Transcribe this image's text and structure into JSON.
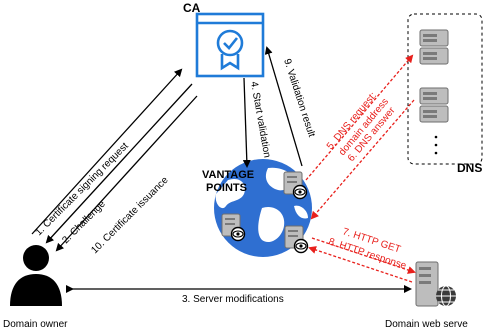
{
  "nodes": {
    "ca": "CA",
    "dns": "DNS",
    "vantage_line1": "VANTAGE",
    "vantage_line2": "POINTS",
    "domain_owner": "Domain owner",
    "web_server": "Domain web serve"
  },
  "steps": {
    "s1": "1. Certificate signing request",
    "s2": "2. Challenge",
    "s3": "3. Server modifications",
    "s4": "4. Start validation",
    "s5a": "5. DNS request:",
    "s5b": "domain address",
    "s6": "6. DNS answer",
    "s7": "7. HTTP GET",
    "s8": "8. HTTP response",
    "s9": "9. Validation result",
    "s10": "10. Certificate issuance"
  },
  "colors": {
    "ca_blue": "#1f7bd8",
    "globe_blue": "#2f6fd1",
    "arrow_red": "#e8201c",
    "server_gray": "#8a8a8a"
  },
  "icons": [
    "certificate-icon",
    "server-icon",
    "globe-icon",
    "eye-icon",
    "person-icon"
  ]
}
